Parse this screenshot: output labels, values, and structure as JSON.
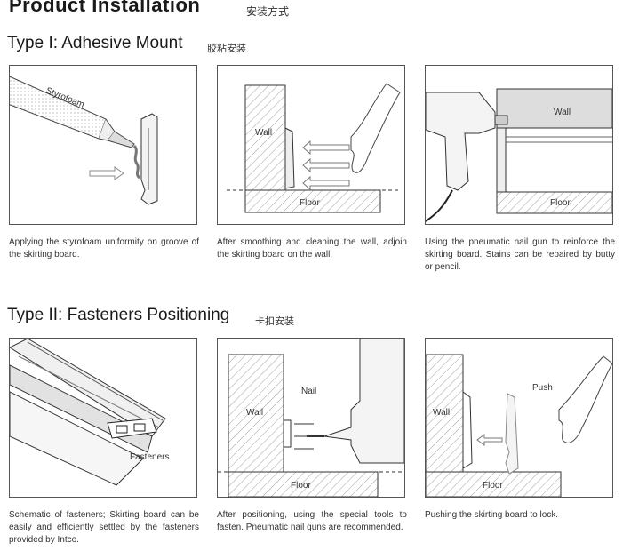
{
  "header": {
    "title": "Product Installation",
    "title_cn": "安装方式"
  },
  "type1": {
    "title": "Type I: Adhesive Mount",
    "title_cn": "胶粘安装",
    "panels": [
      {
        "labels": [
          "Styrofoam"
        ],
        "caption": "Applying the styrofoam uniformity on groove of the skirting board."
      },
      {
        "labels": [
          "Wall",
          "Floor"
        ],
        "caption": "After smoothing and cleaning the wall, adjoin the skirting board on the wall."
      },
      {
        "labels": [
          "Wall",
          "Floor"
        ],
        "caption": "Using the pneumatic nail gun to reinforce the skirting board. Stains can be repaired by butty or pencil."
      }
    ]
  },
  "type2": {
    "title": "Type II: Fasteners Positioning",
    "title_cn": "卡扣安装",
    "panels": [
      {
        "labels": [
          "Fasteners"
        ],
        "caption": "Schematic of fasteners; Skirting board can be easily and efficiently settled by the fasteners provided by Intco."
      },
      {
        "labels": [
          "Nail",
          "Wall",
          "Floor"
        ],
        "caption": "After positioning, using the special tools to fasten. Pneumatic nail guns are recommended."
      },
      {
        "labels": [
          "Push",
          "Wall",
          "Floor"
        ],
        "caption": "Pushing the skirting board to lock."
      }
    ]
  }
}
